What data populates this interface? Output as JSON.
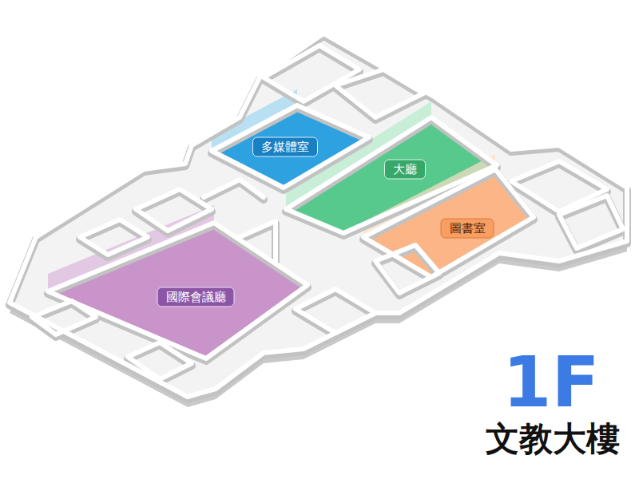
{
  "diagram": {
    "title": "文教大樓",
    "nodes": [
      {
        "text": [
          "多媒體室"
        ]
      },
      {
        "text": [
          "大廳"
        ]
      },
      {
        "text": [
          "圖書室"
        ]
      },
      {
        "text": [
          "國際會議廳"
        ]
      }
    ],
    "labels": [
      "1F"
    ]
  }
}
